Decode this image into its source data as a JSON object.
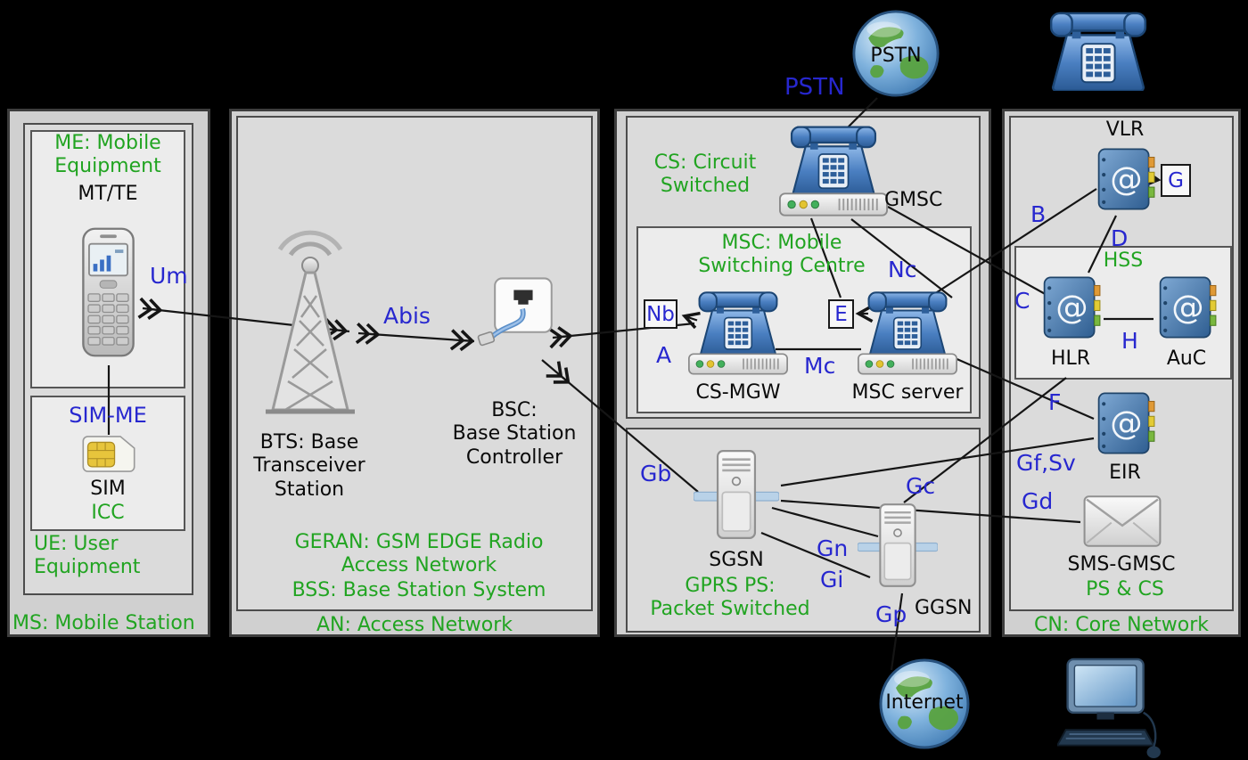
{
  "colors": {
    "green": "#21a421",
    "blue": "#2727cf",
    "phone_blue": "#3a6ea5",
    "box_gray": "#d0d0d0",
    "inner_gray": "#dbdbdb",
    "panel_gray": "#ececec",
    "background": "#000000"
  },
  "ms_box": {
    "label": "MS: Mobile Station",
    "ue_label": "UE: User\nEquipment",
    "me_title": "ME: Mobile\nEquipment",
    "me_subtitle": "MT/TE",
    "sim_interface": "SIM-ME",
    "sim_label": "SIM",
    "icc_label": "ICC"
  },
  "an_box": {
    "label": "AN: Access Network",
    "bts_label": "BTS: Base\nTransceiver\nStation",
    "bsc_label": "BSC:\nBase Station\nController",
    "geran_label": "GERAN: GSM EDGE Radio\nAccess Network",
    "bss_label": "BSS: Base Station System"
  },
  "core_box": {
    "cs_title": "CS: Circuit\nSwitched",
    "gmsc_label": "GMSC",
    "msc_title": "MSC: Mobile\nSwitching Centre",
    "cs_mgw_label": "CS-MGW",
    "msc_server_label": "MSC server",
    "ps_title": "GPRS PS:\nPacket Switched",
    "sgsn_label": "SGSN",
    "ggsn_label": "GGSN"
  },
  "cn_box": {
    "label": "CN: Core Network",
    "vlr_label": "VLR",
    "hss_title": "HSS",
    "hlr_label": "HLR",
    "auc_label": "AuC",
    "eir_label": "EIR",
    "sms_gmsc_label": "SMS-GMSC",
    "ps_cs_label": "PS & CS"
  },
  "external": {
    "pstn_globe_label": "PSTN",
    "pstn_link_label": "PSTN",
    "internet_label": "Internet"
  },
  "interfaces": {
    "um": "Um",
    "abis": "Abis",
    "a": "A",
    "gb": "Gb",
    "nb": "Nb",
    "e": "E",
    "nc": "Nc",
    "mc": "Mc",
    "b": "B",
    "c": "C",
    "d": "D",
    "g": "G",
    "h": "H",
    "f": "F",
    "gf_sv": "Gf,Sv",
    "gc": "Gc",
    "gd": "Gd",
    "gn": "Gn",
    "gi": "Gi",
    "gp": "Gp"
  }
}
